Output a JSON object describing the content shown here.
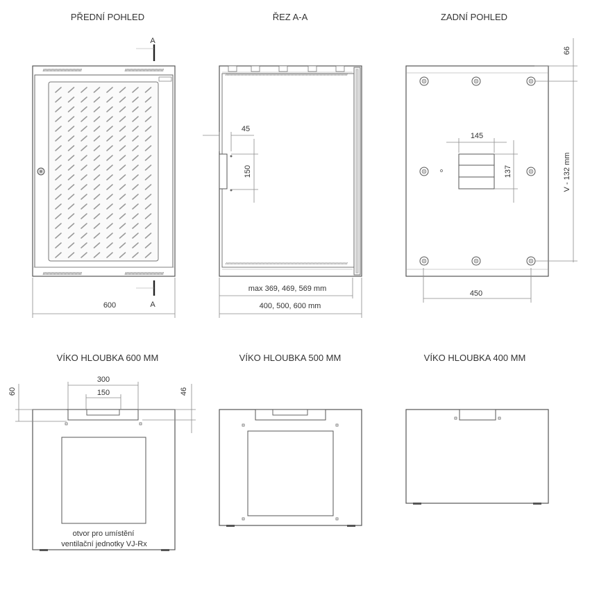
{
  "views": {
    "front_title": "PŘEDNÍ POHLED",
    "section_title": "ŘEZ A-A",
    "back_title": "ZADNÍ POHLED",
    "lid600_title": "VÍKO HLOUBKA 600 MM",
    "lid500_title": "VÍKO HLOUBKA 500 MM",
    "lid400_title": "VÍKO HLOUBKA 400 MM"
  },
  "front": {
    "section_mark_top": "A",
    "section_mark_bottom": "A",
    "width": "600"
  },
  "section": {
    "dim_45": "45",
    "dim_150": "150",
    "inner_depth": "max 369, 469, 569 mm",
    "outer_depth": "400, 500, 600 mm"
  },
  "back": {
    "dim_66": "66",
    "dim_145": "145",
    "dim_137": "137",
    "height": "V - 132 mm",
    "width": "450"
  },
  "lid600": {
    "dim_300": "300",
    "dim_150": "150",
    "dim_60": "60",
    "dim_46": "46",
    "note_line1": "otvor pro umístění",
    "note_line2": "ventilační jednotky VJ-Rx"
  },
  "colors": {
    "line": "#555555",
    "dimension": "#8a8a8a",
    "text": "#333333"
  }
}
